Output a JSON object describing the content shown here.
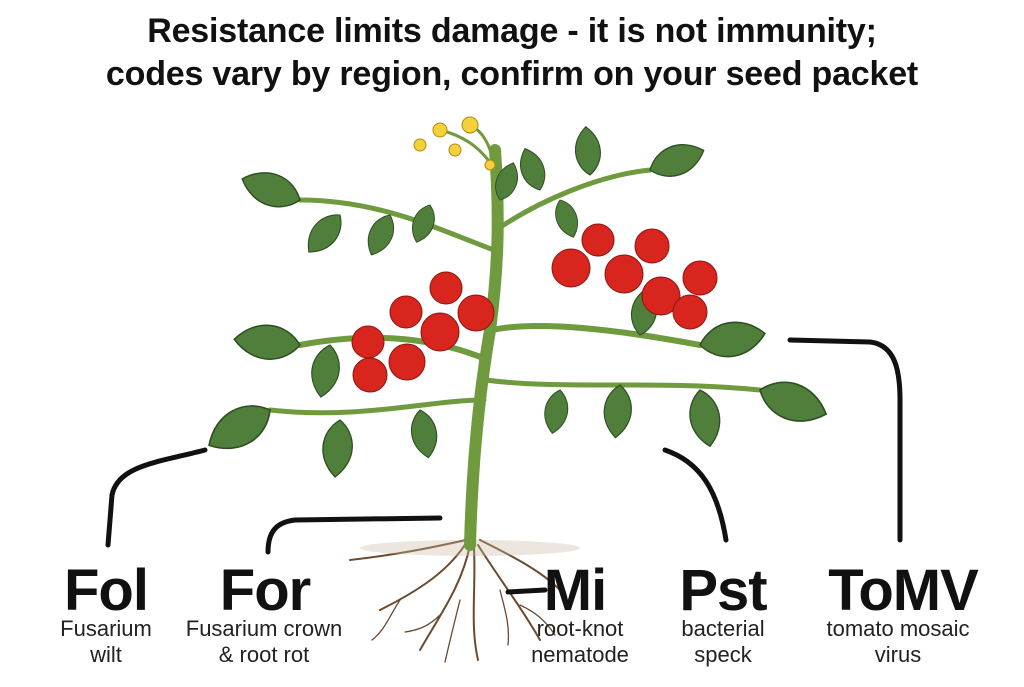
{
  "title": {
    "line1": "Resistance limits damage - it is not immunity;",
    "line2": "codes vary by region, confirm on your seed packet"
  },
  "labels": [
    {
      "id": "fol",
      "code": "Fol",
      "desc1": "Fusarium",
      "desc2": "wilt"
    },
    {
      "id": "for",
      "code": "For",
      "desc1": "Fusarium crown",
      "desc2": "& root rot"
    },
    {
      "id": "mi",
      "code": "Mi",
      "desc1": "root-knot",
      "desc2": "nematode"
    },
    {
      "id": "pst",
      "code": "Pst",
      "desc1": "bacterial",
      "desc2": "speck"
    },
    {
      "id": "tomv",
      "code": "ToMV",
      "desc1": "tomato mosaic",
      "desc2": "virus"
    }
  ],
  "colors": {
    "stem": "#6f9a3e",
    "leaf": "#4f7f3a",
    "leaf_light": "#7aa654",
    "fruit": "#d8261e",
    "flower": "#f2d13a",
    "root": "#6b4a30",
    "leader": "#111111"
  }
}
